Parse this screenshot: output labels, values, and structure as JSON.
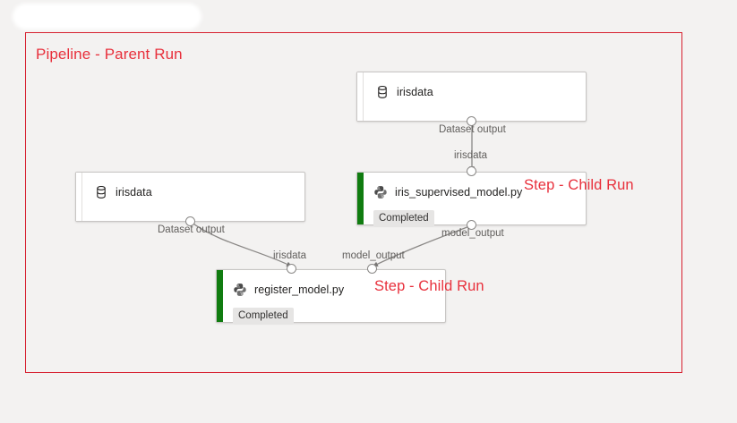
{
  "canvas": {
    "background_color": "#f3f2f1"
  },
  "redaction": {
    "name": "redacted-title-pill"
  },
  "parent_run": {
    "label": "Pipeline - Parent Run",
    "border_color": "#d6202f",
    "text_color": "#e8303c"
  },
  "nodes": [
    {
      "id": "dataset-top",
      "type": "dataset",
      "title": "irisdata",
      "icon": "database-icon",
      "status": null,
      "output_port_label": "Dataset output"
    },
    {
      "id": "dataset-left",
      "type": "dataset",
      "title": "irisdata",
      "icon": "database-icon",
      "status": null,
      "output_port_label": "Dataset output"
    },
    {
      "id": "step-iris-supervised",
      "type": "step",
      "title": "iris_supervised_model.py",
      "icon": "python-icon",
      "status": "Completed",
      "status_color": "#107c10",
      "input_port_label": "irisdata",
      "output_port_label": "model_output"
    },
    {
      "id": "step-register-model",
      "type": "step",
      "title": "register_model.py",
      "icon": "python-icon",
      "status": "Completed",
      "status_color": "#107c10",
      "input_port_labels": [
        "irisdata",
        "model_output"
      ]
    }
  ],
  "edge_labels": {
    "dataset_output_top": "Dataset output",
    "dataset_output_left": "Dataset output",
    "irisdata_to_supervised": "irisdata",
    "model_output_from_supervised": "model_output",
    "irisdata_to_register": "irisdata",
    "model_output_to_register": "model_output"
  },
  "annotations": [
    {
      "text": "Step - Child Run",
      "for": "step-iris-supervised"
    },
    {
      "text": "Step - Child Run",
      "for": "step-register-model"
    }
  ]
}
